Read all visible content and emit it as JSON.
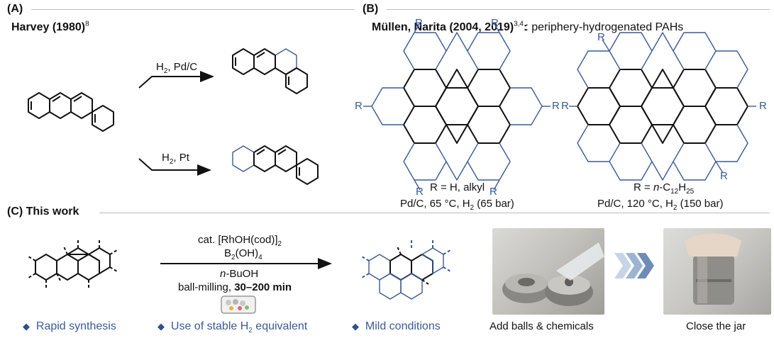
{
  "panel_a": {
    "label": "(A)",
    "author": "Harvey (1980)",
    "ref": "8",
    "top_reagent": "H",
    "top_reagent_sub": "2",
    "top_reagent_rest": ", Pd/C",
    "bottom_reagent": "H",
    "bottom_reagent_sub": "2",
    "bottom_reagent_rest": ", Pt"
  },
  "panel_b": {
    "label": "(B)",
    "author": "Müllen, Narita (2004, 2019)",
    "ref": "3,4",
    "title_rest": ": periphery-hydrogenated PAHs",
    "left_r_label": "R",
    "left_r_def": "R = H, alkyl",
    "left_conditions_1": "Pd/C, 65 °C, H",
    "left_conditions_sub": "2",
    "left_conditions_2": " (65 bar)",
    "right_r_def_1": "R = ",
    "right_r_def_italic": "n",
    "right_r_def_2": "-C",
    "right_r_def_sub1": "12",
    "right_r_def_3": "H",
    "right_r_def_sub2": "25",
    "right_conditions_1": "Pd/C, 120 °C, H",
    "right_conditions_sub": "2",
    "right_conditions_2": " (150 bar)"
  },
  "panel_c": {
    "label": "(C) This work",
    "catalyst_1": "cat. [RhOH(cod)]",
    "catalyst_sub": "2",
    "reductant_1": "B",
    "reductant_sub1": "2",
    "reductant_2": "(OH)",
    "reductant_sub2": "4",
    "solvent_italic": "n",
    "solvent_rest": "-BuOH",
    "milling_1": "ball-milling, ",
    "milling_bold": "30–200 min",
    "features": [
      {
        "text_1": "Rapid synthesis",
        "sub": "",
        "text_2": ""
      },
      {
        "text_1": "Use of stable H",
        "sub": "2",
        "text_2": " equivalent"
      },
      {
        "text_1": "Mild conditions",
        "sub": "",
        "text_2": ""
      }
    ],
    "photo_left_caption": "Add balls & chemicals",
    "photo_right_caption": "Close the jar"
  },
  "colors": {
    "blue": "#3a5a96",
    "black": "#111111",
    "rule": "#bdbdbd"
  }
}
